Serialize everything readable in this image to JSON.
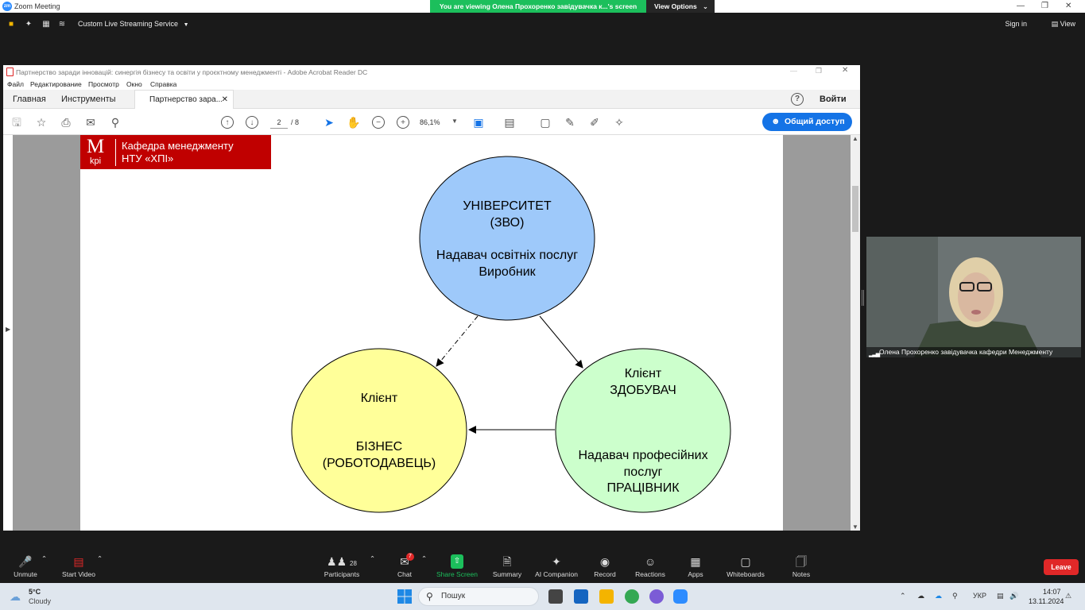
{
  "zoom": {
    "window_title": "Zoom Meeting",
    "viewing_banner": "You are viewing Олена Прохоренко завідувачка к...'s screen",
    "view_options": "View Options",
    "stream_label": "Custom Live Streaming Service",
    "sign_in": "Sign in",
    "view": "View",
    "bottom": {
      "unmute": "Unmute",
      "start_video": "Start Video",
      "participants": "Participants",
      "participants_count": "28",
      "chat": "Chat",
      "chat_badge": "7",
      "share_screen": "Share Screen",
      "summary": "Summary",
      "ai_companion": "AI Companion",
      "record": "Record",
      "reactions": "Reactions",
      "apps": "Apps",
      "whiteboards": "Whiteboards",
      "notes": "Notes",
      "leave": "Leave"
    },
    "video_name": "Олена Прохоренко завідувачка кафедри Менеджменту"
  },
  "acrobat": {
    "title": "Партнерство заради інновацій: синергія бізнесу та освіти у проєктному менеджменті - Adobe Acrobat Reader DC",
    "menu": [
      "Файл",
      "Редактирование",
      "Просмотр",
      "Окно",
      "Справка"
    ],
    "tabs": {
      "home": "Главная",
      "tools": "Инструменты",
      "doc": "Партнерство зара..."
    },
    "sign_in": "Войти",
    "page_current": "2",
    "page_total": "/ 8",
    "zoom_level": "86,1%",
    "share": "Общий доступ"
  },
  "slide": {
    "brand_m": "M",
    "brand_kpi": "kpi",
    "brand_line1": "Кафедра менеджменту",
    "brand_line2": "НТУ «ХПІ»",
    "university": {
      "line1": "УНІВЕРСИТЕТ",
      "line2": "(ЗВО)",
      "line3": "Надавач освітніх послуг",
      "line4": "Виробник"
    },
    "business": {
      "line1": "Клієнт",
      "line2": "БІЗНЕС",
      "line3": "(РОБОТОДАВЕЦЬ)"
    },
    "student": {
      "line1": "Клієнт",
      "line2": "ЗДОБУВАЧ",
      "line3": "Надавач професійних",
      "line4": "послуг",
      "line5": "ПРАЦІВНИК"
    },
    "colors": {
      "university": "#9ec9fa",
      "business": "#ffff99",
      "student": "#ccffcc",
      "brand": "#c00000"
    }
  },
  "taskbar": {
    "temp": "5°C",
    "weather": "Cloudy",
    "search": "Пошук",
    "lang": "УКР",
    "time": "14:07",
    "date": "13.11.2024"
  }
}
